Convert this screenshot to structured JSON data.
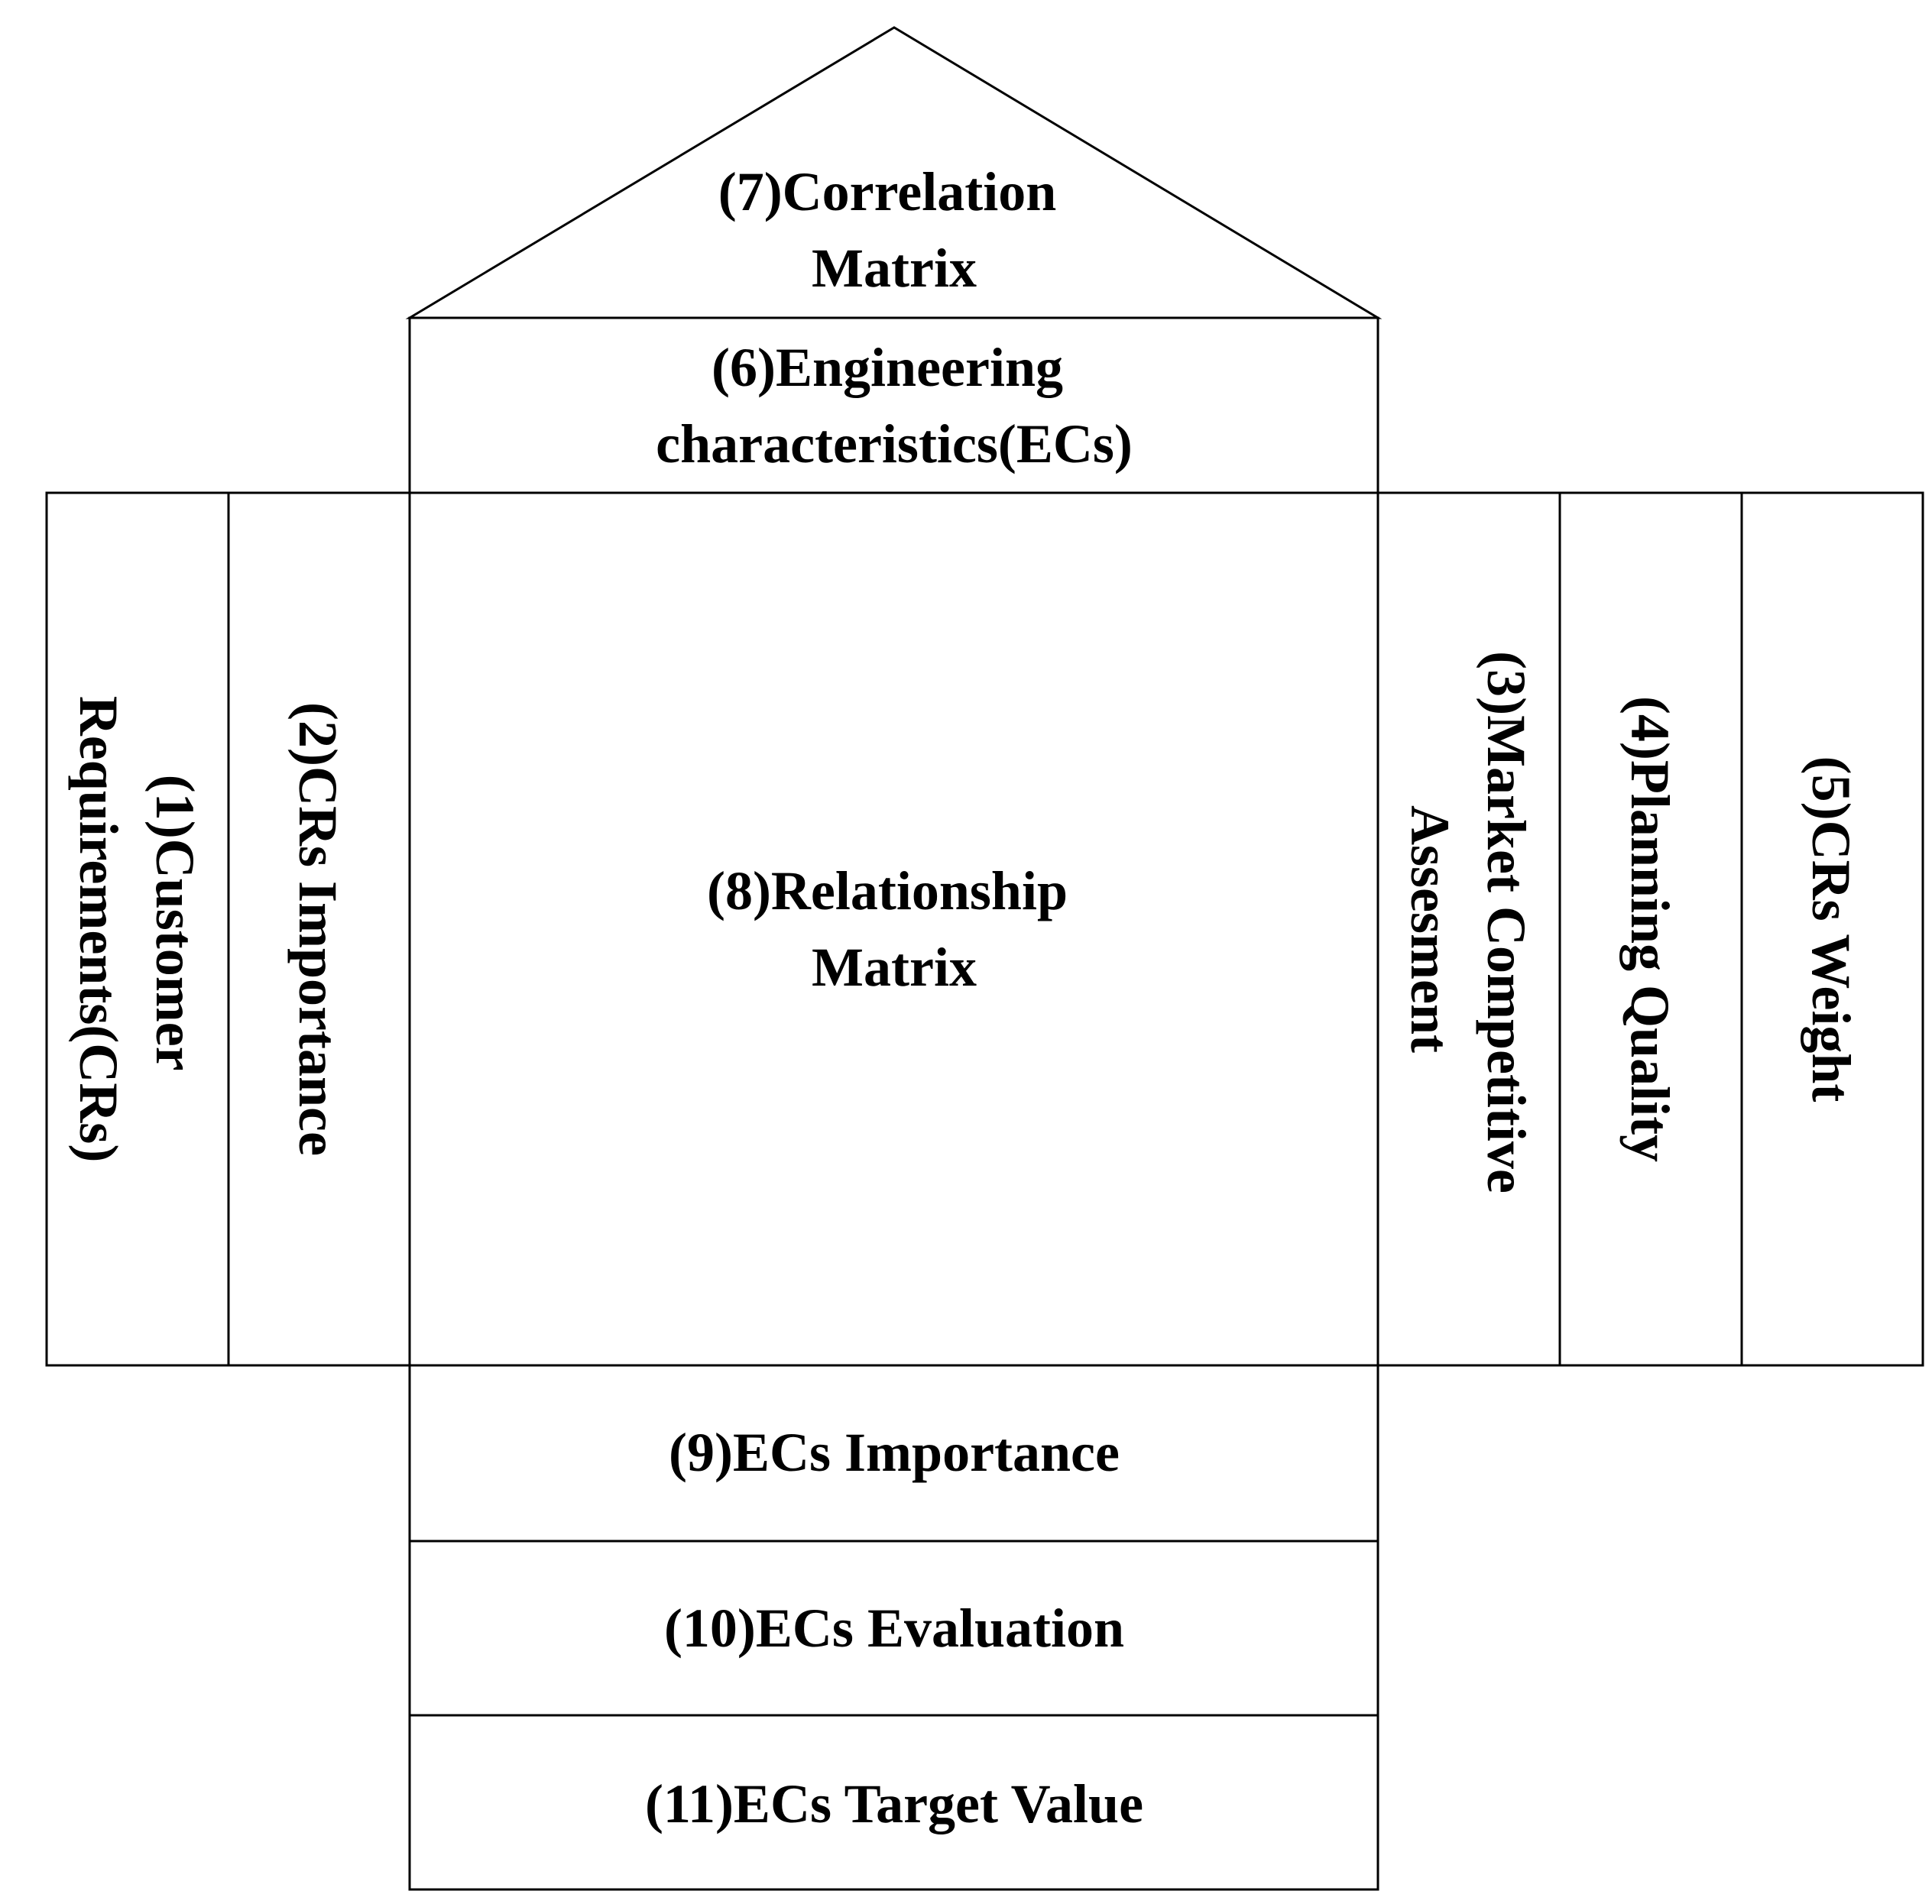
{
  "sections": {
    "customer_requirements": [
      "(1)Customer",
      "Requirements(CRs)"
    ],
    "crs_importance": [
      "(2)CRs Importance"
    ],
    "market_competitive_assessment": [
      "(3)Market Competitive",
      "Assesment"
    ],
    "planning_quality": [
      "(4)Planning Quality"
    ],
    "crs_weight": [
      "(5)CRs Weight"
    ],
    "engineering_characteristics": [
      "(6)Engineering",
      "characteristics(ECs)"
    ],
    "correlation_matrix": [
      "(7)Correlation",
      "Matrix"
    ],
    "relationship_matrix": [
      "(8)Relationship",
      "Matrix"
    ],
    "ecs_importance": [
      "(9)ECs Importance"
    ],
    "ecs_evaluation": [
      "(10)ECs Evaluation"
    ],
    "ecs_target_value": [
      "(11)ECs Target Value"
    ]
  }
}
